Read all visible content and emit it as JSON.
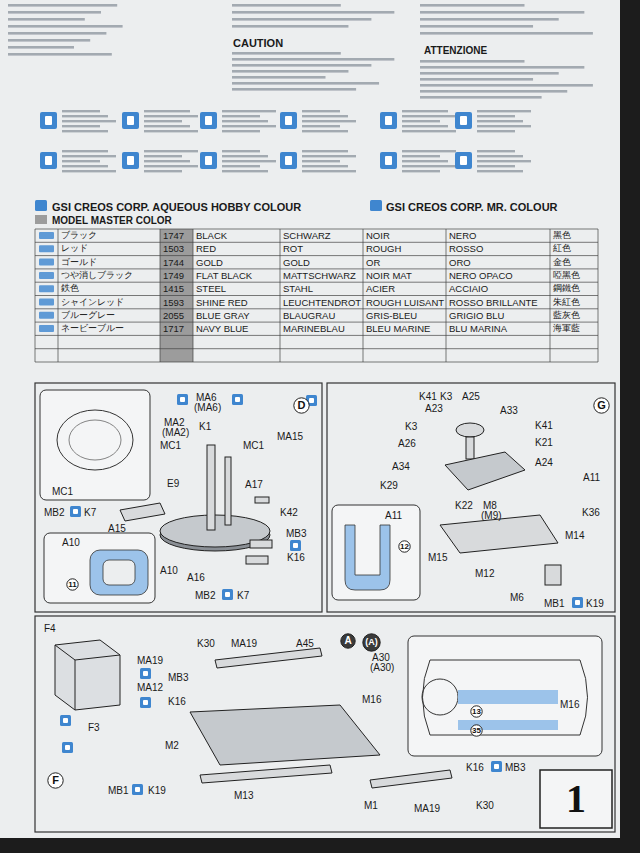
{
  "diagram": {
    "nodes": [
      {
        "text": [
          "D"
        ]
      },
      {
        "text": [
          "11"
        ]
      },
      {
        "text": [
          "G"
        ]
      },
      {
        "text": [
          "12"
        ]
      },
      {
        "text": [
          "A"
        ]
      },
      {
        "text": [
          "(A)"
        ]
      },
      {
        "text": [
          "13"
        ]
      },
      {
        "text": [
          "35"
        ]
      },
      {
        "text": [
          "F"
        ]
      },
      {
        "text": [
          "1"
        ]
      }
    ],
    "labels": [
      "CAUTION",
      "ATTENZIONE",
      "GSI CREOS CORP. AQUEOUS HOBBY COLOUR",
      "MODEL MASTER COLOR",
      "GSI CREOS CORP. MR. COLOUR",
      "ブラック",
      "1747",
      "BLACK",
      "SCHWARZ",
      "NOIR",
      "NERO",
      "黑色",
      "レッド",
      "1503",
      "RED",
      "ROT",
      "ROUGH",
      "ROSSO",
      "紅色",
      "ゴールド",
      "1744",
      "GOLD",
      "GOLD",
      "OR",
      "ORO",
      "金色",
      "つや消しブラック",
      "1749",
      "FLAT BLACK",
      "MATTSCHWARZ",
      "NOIR MAT",
      "NERO OPACO",
      "啞黑色",
      "鉄色",
      "1415",
      "STEEL",
      "STAHL",
      "ACIER",
      "ACCIAIO",
      "鋼鐵色",
      "シャインレッド",
      "1593",
      "SHINE RED",
      "LEUCHTENDROT",
      "ROUGH LUISANT",
      "ROSSO BRILLANTE",
      "朱紅色",
      "ブルーグレー",
      "2055",
      "BLUE GRAY",
      "BLAUGRAU",
      "GRIS-BLEU",
      "GRIGIO BLU",
      "藍灰色",
      "ネービーブルー",
      "1717",
      "NAVY BLUE",
      "MARINEBLAU",
      "BLEU MARINE",
      "BLU MARINA",
      "海軍藍",
      "MA6",
      "(MA6)",
      "MA2",
      "(MA2)",
      "K1",
      "MA15",
      "MC1",
      "MC1",
      "MC1",
      "E9",
      "A17",
      "K42",
      "MB2",
      "K7",
      "A15",
      "MB3",
      "K16",
      "A10",
      "A16",
      "MB2",
      "K7",
      "A10",
      "K41",
      "K3",
      "A25",
      "A23",
      "A33",
      "K41",
      "K3",
      "K21",
      "A26",
      "A24",
      "A11",
      "A34",
      "K29",
      "K22",
      "M8",
      "(M9)",
      "K36",
      "A11",
      "M14",
      "M15",
      "M12",
      "M6",
      "MB1",
      "K19",
      "F4",
      "K30",
      "MA19",
      "A45",
      "A30",
      "(A30)",
      "MA19",
      "MA12",
      "MB3",
      "K16",
      "M16",
      "M2",
      "F3",
      "MB1",
      "K19",
      "M13",
      "K16",
      "MB3",
      "M1",
      "MA19",
      "K30",
      "M16"
    ]
  }
}
